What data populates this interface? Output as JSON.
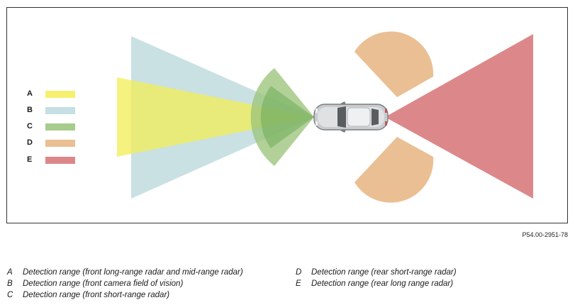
{
  "figure": {
    "code": "P54.00-2951-78"
  },
  "legend": [
    {
      "letter": "A",
      "color": "#f7f06e",
      "name": "Detection range (front long-range radar and mid-range radar)"
    },
    {
      "letter": "B",
      "color": "#c6dfe2",
      "name": "Detection range (front camera field of vision)"
    },
    {
      "letter": "C",
      "color": "#a8cc8e",
      "name": "Detection range (front short-range radar)"
    },
    {
      "letter": "D",
      "color": "#eabf93",
      "name": "Detection range (rear short-range radar)"
    },
    {
      "letter": "E",
      "color": "#dc888b",
      "name": "Detection range (rear long range radar)"
    }
  ]
}
